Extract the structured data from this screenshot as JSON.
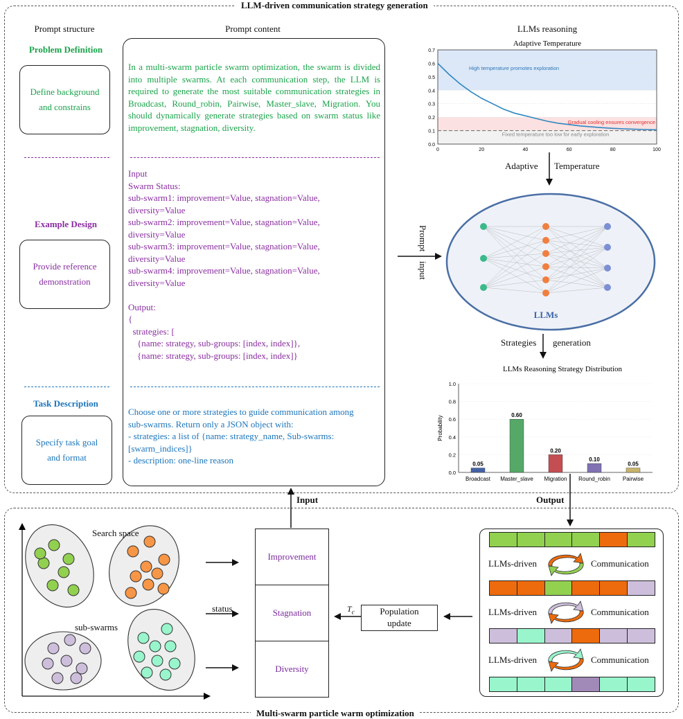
{
  "top_panel": {
    "title": "LLM-driven communication strategy generation"
  },
  "bottom_panel": {
    "title": "Multi-swarm particle warm optimization"
  },
  "columns": {
    "structure": "Prompt structure",
    "content": "Prompt content",
    "reasoning": "LLMs reasoning"
  },
  "sections": [
    {
      "title": "Problem Definition",
      "box_text": "Define background and constrains",
      "color": "#1aa34a"
    },
    {
      "title": "Example Design",
      "box_text": "Provide reference demonstration",
      "color": "#8a2da0"
    },
    {
      "title": "Task Description",
      "box_text": "Specify task goal and format",
      "color": "#1b75bb"
    }
  ],
  "prompt_content": {
    "problem": "In a multi-swarm particle swarm optimization, the swarm is divided into multiple swarms. At each communication step, the LLM is required to generate the most suitable communication strategies in Broadcast, Round_robin, Pairwise, Master_slave, Migration. You should dynamically generate strategies based on swarm status like improvement, stagnation, diversity.",
    "example_lines": [
      "Input",
      "Swarm Status:",
      "sub-swarm1: improvement=Value, stagnation=Value,",
      "diversity=Value",
      "sub-swarm2: improvement=Value, stagnation=Value,",
      "diversity=Value",
      "sub-swarm3: improvement=Value, stagnation=Value,",
      "diversity=Value",
      "sub-swarm4: improvement=Value, stagnation=Value,",
      "diversity=Value",
      "",
      "Output:",
      "{",
      "  strategies: [",
      "    {name: strategy, sub-groups: [index, index]},",
      "    {name: strategy, sub-groups: [index, index]}"
    ],
    "task_lines": [
      "Choose one or more strategies to guide communication among",
      "sub-swarms. Return only a JSON object with:",
      "- strategies: a list of {name: strategy_name, Sub-swarms:",
      "[swarm_indices]}",
      "- description: one-line reason"
    ]
  },
  "flow_labels": {
    "prompt": "Prompt",
    "input_rot": "input",
    "adaptive": "Adaptive",
    "temperature": "Temperature",
    "strategies": "Strategies",
    "generation": "generation",
    "llms": "LLMs",
    "input": "Input",
    "output": "Output",
    "status": "status",
    "tc": "T",
    "tc_sub": "c"
  },
  "bottom": {
    "search_space": "Search space",
    "sub_swarms": "sub-swarms",
    "metrics": [
      "Improvement",
      "Stagnation",
      "Diversity"
    ],
    "population_update": "Population update",
    "comm_rows": [
      {
        "left": "LLMs-driven",
        "right": "Communication"
      },
      {
        "left": "LLMs-driven",
        "right": "Communication"
      },
      {
        "left": "LLMs-driven",
        "right": "Communication"
      }
    ],
    "strips": [
      [
        "#92d050",
        "#92d050",
        "#92d050",
        "#92d050",
        "#ed6b0d",
        "#92d050"
      ],
      [
        "#ed6b0d",
        "#ed6b0d",
        "#92d050",
        "#ed6b0d",
        "#ed6b0d",
        "#cdbfdc"
      ],
      [
        "#cdbfdc",
        "#99f5cc",
        "#cdbfdc",
        "#ed6b0d",
        "#cdbfdc",
        "#cdbfdc"
      ],
      [
        "#99f5cc",
        "#99f5cc",
        "#99f5cc",
        "#a28ab8",
        "#99f5cc",
        "#99f5cc"
      ]
    ]
  },
  "chart_data": [
    {
      "type": "line",
      "title": "Adaptive Temperature",
      "xlim": [
        0,
        100
      ],
      "ylim": [
        0,
        0.7
      ],
      "xticks": [
        0,
        20,
        40,
        60,
        80,
        100
      ],
      "yticks": [
        0.0,
        0.1,
        0.2,
        0.3,
        0.4,
        0.5,
        0.6,
        0.7
      ],
      "series": [
        {
          "x": [
            0,
            5,
            10,
            15,
            20,
            25,
            30,
            35,
            40,
            45,
            50,
            55,
            60,
            65,
            70,
            75,
            80,
            85,
            90,
            95,
            100
          ],
          "values": [
            0.6,
            0.52,
            0.45,
            0.39,
            0.34,
            0.3,
            0.26,
            0.23,
            0.21,
            0.19,
            0.17,
            0.155,
            0.145,
            0.135,
            0.128,
            0.122,
            0.117,
            0.113,
            0.11,
            0.108,
            0.106
          ]
        }
      ],
      "fixed_line": 0.1,
      "bands": [
        {
          "range": [
            0.4,
            0.7
          ],
          "color": "#dce8f8",
          "label": "High temperature promotes exploration",
          "label_color": "#2e75b6"
        },
        {
          "range": [
            0.1,
            0.2
          ],
          "color": "#fbe1e1",
          "label": "Gradual cooling ensures convergence",
          "label_color": "#e03030"
        },
        {
          "range": [
            0.0,
            0.1
          ],
          "color": "#f2f2f2",
          "label": "Fixed temperature too low for early exploration",
          "label_color": "#888888"
        }
      ],
      "line_color": "#2e86c1"
    },
    {
      "type": "bar",
      "title": "LLMs Reasoning Strategy Distribution",
      "ylabel": "Probability",
      "ylim": [
        0,
        1.0
      ],
      "yticks": [
        0.0,
        0.2,
        0.4,
        0.6,
        0.8,
        1.0
      ],
      "categories": [
        "Broadcast",
        "Master_slave",
        "Migration",
        "Round_robin",
        "Pairwise"
      ],
      "values": [
        0.05,
        0.6,
        0.2,
        0.1,
        0.05
      ],
      "labels": [
        "0.05",
        "0.60",
        "0.20",
        "0.10",
        "0.05"
      ],
      "colors": [
        "#4463a6",
        "#55a868",
        "#c44e52",
        "#8172b3",
        "#c9b36b"
      ]
    }
  ]
}
